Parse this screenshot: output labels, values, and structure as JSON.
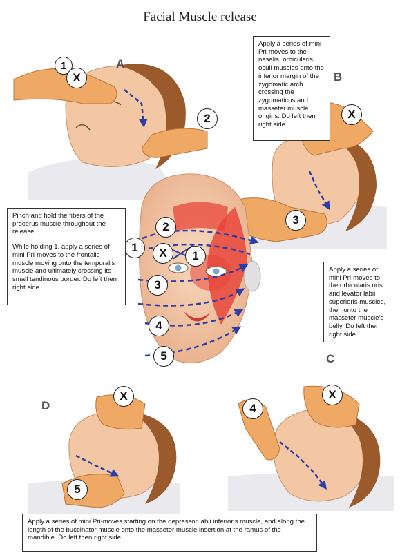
{
  "title": "Facial Muscle release",
  "panels": {
    "A": "A",
    "B": "B",
    "C": "C",
    "D": "D"
  },
  "markers": {
    "x": "X",
    "one": "1",
    "two": "2",
    "three": "3",
    "four": "4",
    "five": "5"
  },
  "notes": {
    "top_right": "Apply a series of mini Pri-moves to the nasalis, orbicularis oculi muscles onto the inferior margin of the zygomatic arch crossing the zygomaticus and masseter muscle origins. Do left then right side.",
    "left_p1": "Pinch and hold the fibers of the procerus muscle throughout the release.",
    "left_p2": "While holding 1. apply a series of mini Pri-moves to the frontalis muscle moving onto the temporalis muscle and ultimately crossing its small tendinous border. Do left then right side.",
    "right": "Apply a series of mini Pri-moves to the orbicularis oris and levator labii superioris muscles, then onto the masseter muscle's belly. Do left then right side.",
    "bottom": "Apply a series of mini Pri-moves starting on the depressor labii inferioris muscle, and along the length of the buccinator muscle onto the masseter muscle insertion at the ramus of the mandible. Do left then right side."
  },
  "colors": {
    "skin": "#f3c7a4",
    "hand": "#f0a865",
    "hand_stroke": "#b8743c",
    "hair": "#9a5a2c",
    "muscle": "#e8463a",
    "arrow": "#2b3ea8",
    "pillow": "#e9e9ee"
  }
}
